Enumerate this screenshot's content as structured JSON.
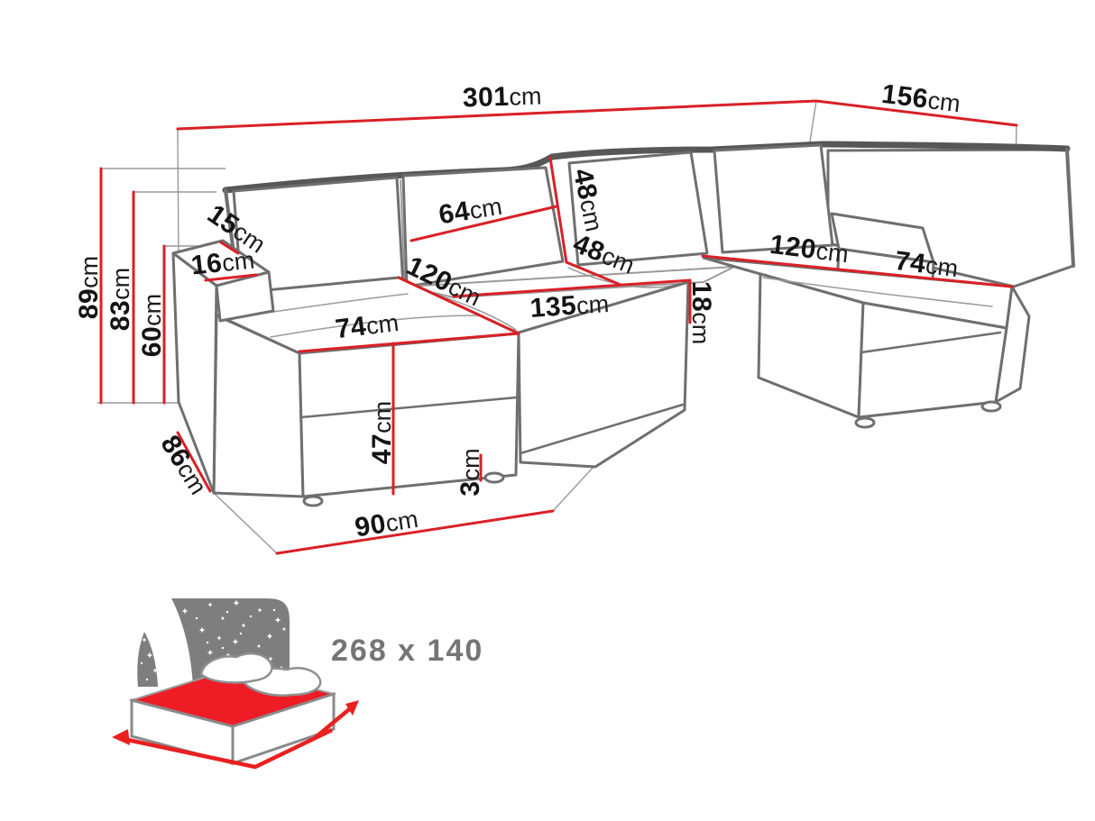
{
  "unit_default": "cm",
  "colors": {
    "dimension_red": "#d92027",
    "sofa_outline": "#6f6f6f",
    "sofa_outline_dark": "#555555",
    "label_text": "#141414",
    "sleeping_label_gray": "#757575",
    "icon_panel_gray": "#7e7e7e",
    "mattress_red": "#ee1c25",
    "background": "#ffffff"
  },
  "dims": [
    {
      "name": "total-width",
      "v": "301",
      "u": "cm"
    },
    {
      "name": "total-depth-right",
      "v": "156",
      "u": "cm"
    },
    {
      "name": "height-overall",
      "v": "89",
      "u": "cm"
    },
    {
      "name": "height-backrest",
      "v": "83",
      "u": "cm"
    },
    {
      "name": "height-armrest",
      "v": "60",
      "u": "cm"
    },
    {
      "name": "backrest-top-depth",
      "v": "15",
      "u": "cm"
    },
    {
      "name": "armrest-top-width",
      "v": "16",
      "u": "cm"
    },
    {
      "name": "back-cushion-width",
      "v": "64",
      "u": "cm"
    },
    {
      "name": "back-cushion-height",
      "v": "48",
      "u": "cm"
    },
    {
      "name": "corner-seat-depth",
      "v": "48",
      "u": "cm"
    },
    {
      "name": "left-seat-length",
      "v": "120",
      "u": "cm"
    },
    {
      "name": "center-seat-width",
      "v": "135",
      "u": "cm"
    },
    {
      "name": "seat-cushion-thickness",
      "v": "18",
      "u": "cm"
    },
    {
      "name": "right-chaise-length",
      "v": "120",
      "u": "cm"
    },
    {
      "name": "right-chaise-width",
      "v": "74",
      "u": "cm"
    },
    {
      "name": "left-chaise-width",
      "v": "74",
      "u": "cm"
    },
    {
      "name": "seat-front-height",
      "v": "47",
      "u": "cm"
    },
    {
      "name": "foot-height",
      "v": "3",
      "u": "cm"
    },
    {
      "name": "chaise-floor-depth",
      "v": "90",
      "u": "cm"
    },
    {
      "name": "armrest-floor-depth",
      "v": "86",
      "u": "cm"
    }
  ],
  "sleeping_area": {
    "label": "268 x 140"
  }
}
